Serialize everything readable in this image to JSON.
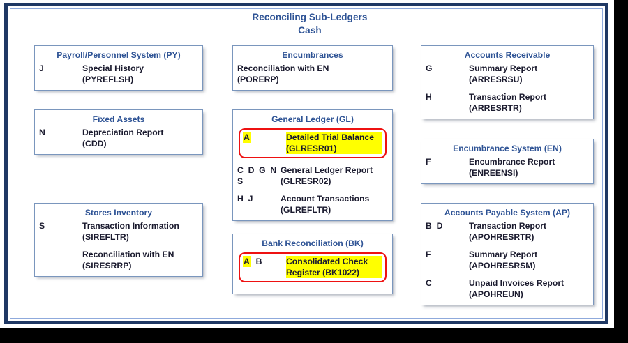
{
  "title": {
    "line1": "Reconciling Sub-Ledgers",
    "line2": "Cash"
  },
  "colors": {
    "frame": "#1f3864",
    "frame_inner": "#8faadc",
    "card_border": "#7a96bd",
    "heading": "#2e5395",
    "body_text": "#1a1a2e",
    "highlight_fill": "#ffff00",
    "highlight_border": "#ee1111",
    "page_background": "#ffffff",
    "canvas_background": "#000000"
  },
  "columns": {
    "left": [
      {
        "id": "payroll-personnel-system",
        "title": "Payroll/Personnel System (PY)",
        "rows": [
          {
            "codes": "J",
            "label_lines": [
              "Special History",
              "(PYREFLSH)"
            ],
            "highlighted": false
          }
        ]
      },
      {
        "id": "fixed-assets",
        "title": "Fixed Assets",
        "rows": [
          {
            "codes": "N",
            "label_lines": [
              "Depreciation Report",
              "(CDD)"
            ],
            "highlighted": false
          }
        ]
      },
      {
        "id": "stores-inventory",
        "title": "Stores Inventory",
        "rows": [
          {
            "codes": "S",
            "label_lines": [
              "Transaction Information",
              "(SIREFLTR)"
            ],
            "highlighted": false
          },
          {
            "codes": "",
            "label_lines": [
              "Reconciliation with EN",
              "(SIRESRRP)"
            ],
            "highlighted": false
          }
        ]
      }
    ],
    "middle": [
      {
        "id": "encumbrances",
        "title": "Encumbrances",
        "rows": [
          {
            "codes": "",
            "label_lines": [
              "Reconciliation with EN",
              "(PORERP)"
            ],
            "highlighted": false
          }
        ]
      },
      {
        "id": "general-ledger",
        "title": "General Ledger (GL)",
        "rows": [
          {
            "codes": "A",
            "code_marks": [
              {
                "text": "A",
                "marked": true
              }
            ],
            "label_lines": [
              "Detailed Trial Balance",
              "(GLRESR01)"
            ],
            "highlighted": true
          },
          {
            "codes": "C  D  G  N\nS",
            "label_lines": [
              "General Ledger Report",
              "(GLRESR02)"
            ],
            "highlighted": false
          },
          {
            "codes": "H  J",
            "label_lines": [
              "Account Transactions",
              "(GLREFLTR)"
            ],
            "highlighted": false
          }
        ]
      },
      {
        "id": "bank-reconciliation",
        "title": "Bank Reconciliation (BK)",
        "rows": [
          {
            "codes": "A  B",
            "code_marks": [
              {
                "text": "A",
                "marked": true
              },
              {
                "text": "B",
                "marked": false
              }
            ],
            "label_lines": [
              "Consolidated Check",
              "Register (BK1022)"
            ],
            "highlighted": true
          }
        ]
      }
    ],
    "right": [
      {
        "id": "accounts-receivable",
        "title": "Accounts Receivable",
        "rows": [
          {
            "codes": "G",
            "label_lines": [
              "Summary Report",
              "(ARRESRSU)"
            ],
            "highlighted": false
          },
          {
            "codes": "H",
            "label_lines": [
              "Transaction Report",
              "(ARRESRTR)"
            ],
            "highlighted": false
          }
        ]
      },
      {
        "id": "encumbrance-system",
        "title": "Encumbrance System (EN)",
        "rows": [
          {
            "codes": "F",
            "label_lines": [
              "Encumbrance Report",
              "(ENREENSI)"
            ],
            "highlighted": false
          }
        ]
      },
      {
        "id": "accounts-payable-system",
        "title": "Accounts Payable System (AP)",
        "rows": [
          {
            "codes": "B  D",
            "label_lines": [
              "Transaction Report",
              "(APOHRESRTR)"
            ],
            "highlighted": false
          },
          {
            "codes": "F",
            "label_lines": [
              "Summary Report",
              "(APOHRESRSM)"
            ],
            "highlighted": false
          },
          {
            "codes": "C",
            "label_lines": [
              "Unpaid Invoices Report",
              "(APOHREUN)"
            ],
            "highlighted": false
          }
        ]
      }
    ]
  }
}
